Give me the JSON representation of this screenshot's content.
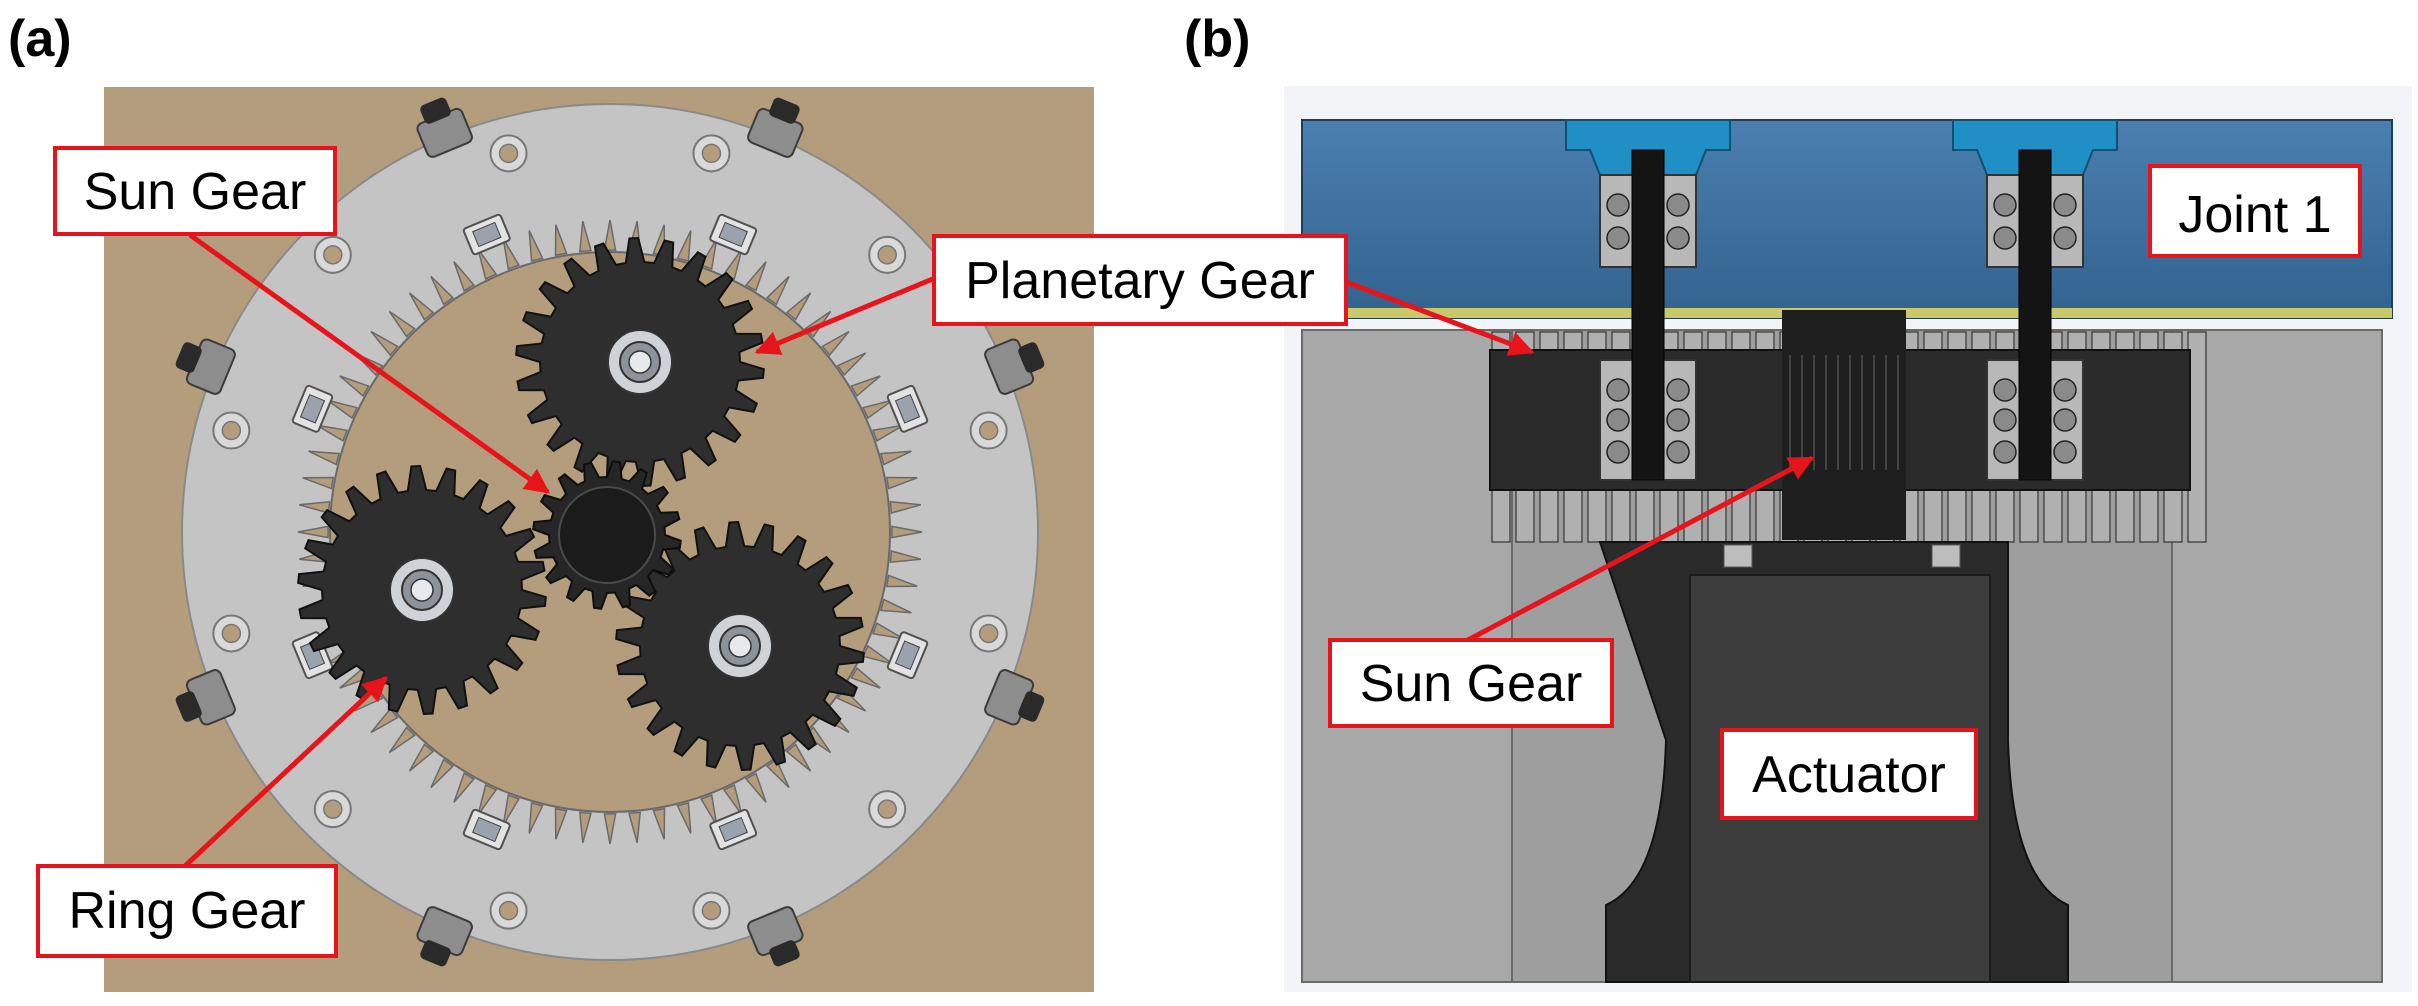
{
  "panels": {
    "a": {
      "letter": "(a)",
      "labels": {
        "sun_gear": "Sun Gear",
        "planetary_gear": "Planetary Gear",
        "ring_gear": "Ring Gear"
      }
    },
    "b": {
      "letter": "(b)",
      "labels": {
        "joint": "Joint 1",
        "sun_gear": "Sun Gear",
        "actuator": "Actuator"
      }
    }
  },
  "colors": {
    "label_border": "#e8141c",
    "arrow": "#e8141c",
    "base_plate": "#b49d7c",
    "ring": "#c4c4c4",
    "gear": "#2e2e2e",
    "blue_plate": "#3d6f9e",
    "gray_block": "#a4a4a4"
  },
  "icons": [
    "gear-icon",
    "bearing-icon",
    "bolt-icon"
  ]
}
